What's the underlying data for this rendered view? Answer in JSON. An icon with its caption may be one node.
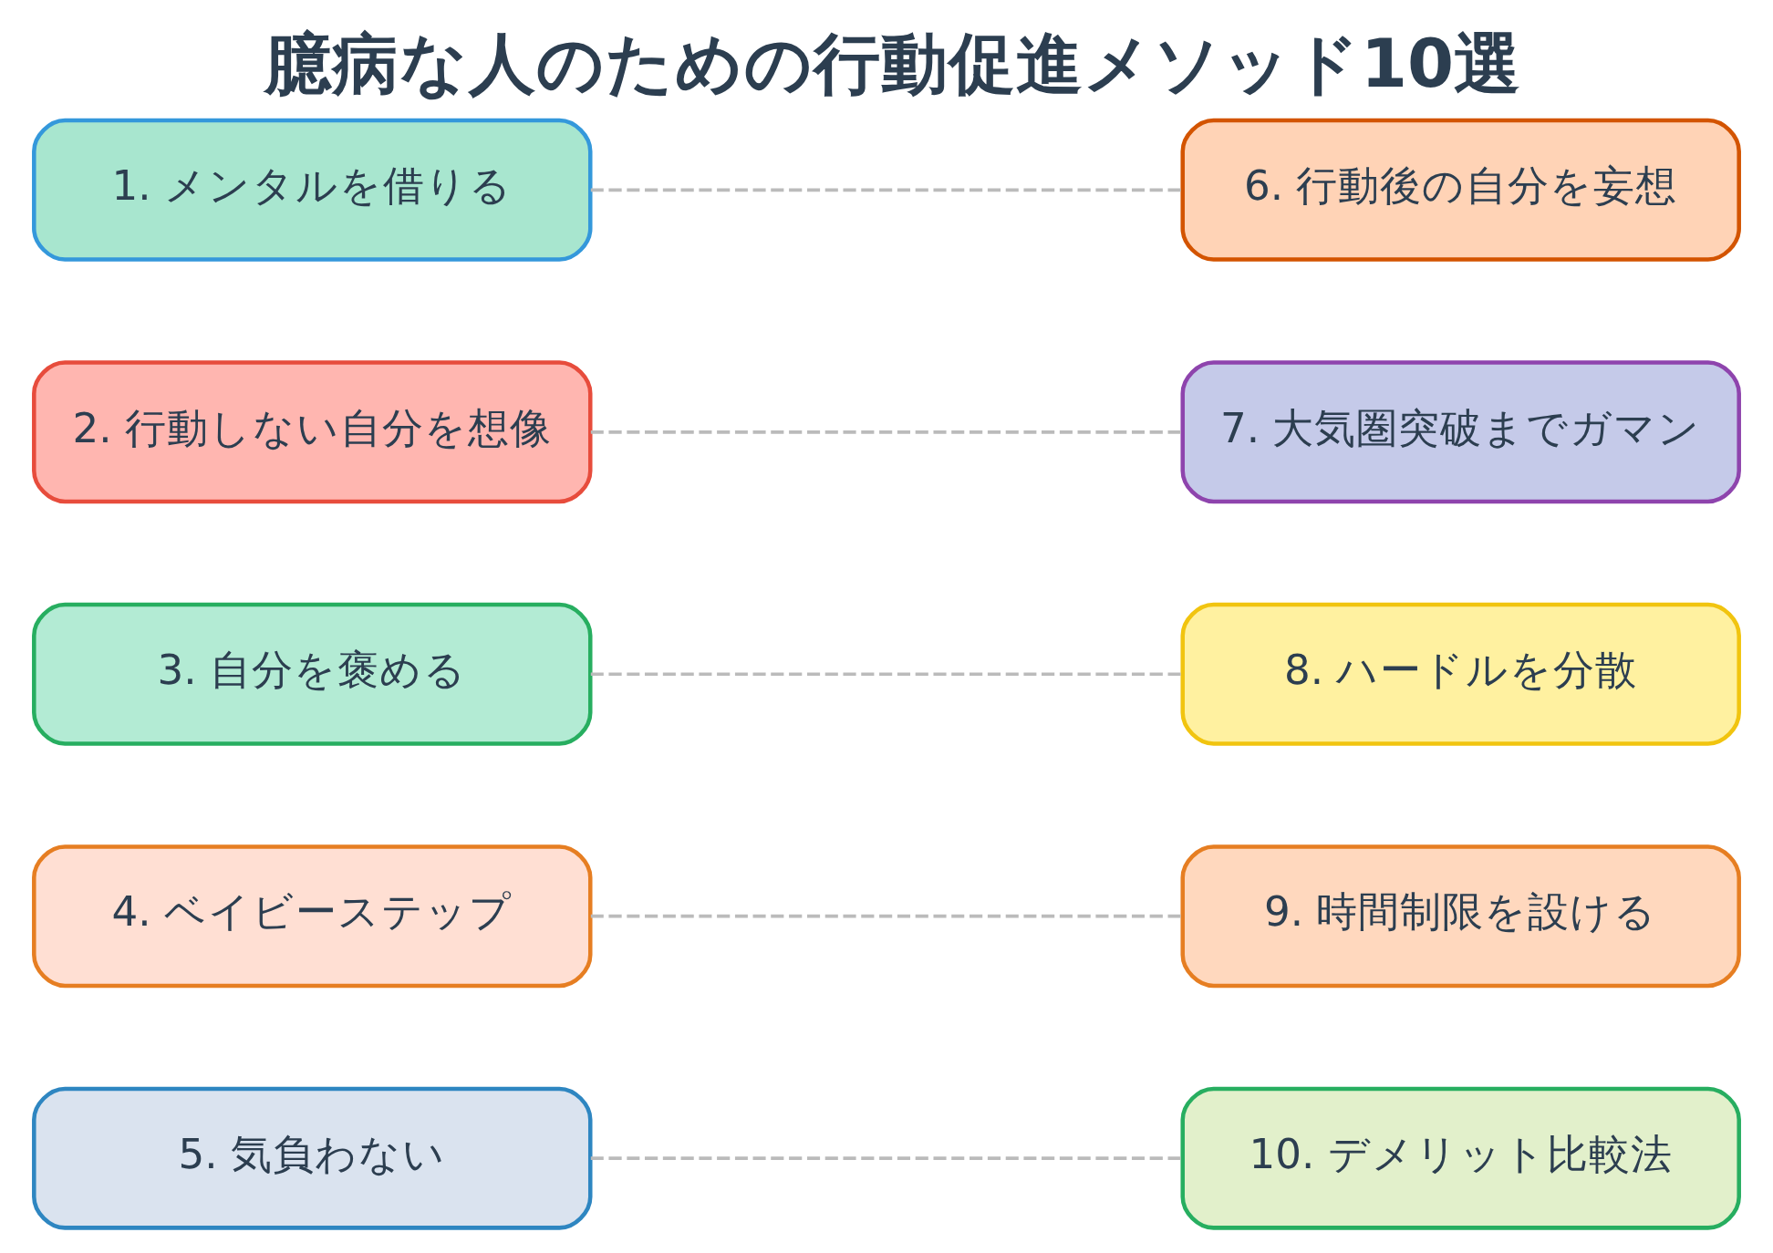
{
  "diagram": {
    "title": "臆病な人のための行動促進メソッド10選",
    "nodes": [
      {
        "text": [
          "1. メンタルを借りる"
        ]
      },
      {
        "text": [
          "2. 行動しない自分を想像"
        ]
      },
      {
        "text": [
          "3. 自分を褒める"
        ]
      },
      {
        "text": [
          "4. ベイビーステップ"
        ]
      },
      {
        "text": [
          "5. 気負わない"
        ]
      },
      {
        "text": [
          "6. 行動後の自分を妄想"
        ]
      },
      {
        "text": [
          "7. 大気圏突破までガマン"
        ]
      },
      {
        "text": [
          "8. ハードルを分散"
        ]
      },
      {
        "text": [
          "9. 時間制限を設ける"
        ]
      },
      {
        "text": [
          "10. デメリット比較法"
        ]
      }
    ],
    "edges": [
      {
        "from": 0,
        "to": 5,
        "arrow": "none",
        "style": "dashed"
      },
      {
        "from": 1,
        "to": 6,
        "arrow": "none",
        "style": "dashed"
      },
      {
        "from": 2,
        "to": 7,
        "arrow": "none",
        "style": "dashed"
      },
      {
        "from": 3,
        "to": 8,
        "arrow": "none",
        "style": "dashed"
      },
      {
        "from": 4,
        "to": 9,
        "arrow": "none",
        "style": "dashed"
      }
    ]
  }
}
